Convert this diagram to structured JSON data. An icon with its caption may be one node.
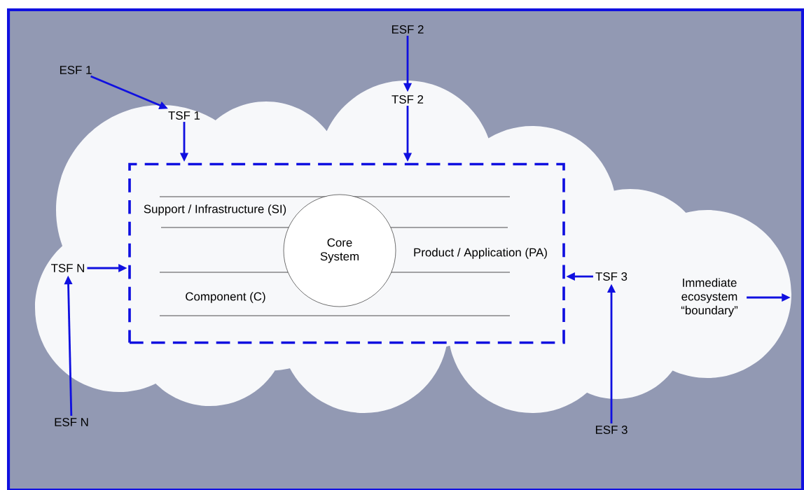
{
  "diagram": {
    "nodes": [
      {
        "text": [],
        "shape": "cloud"
      },
      {
        "text": [],
        "shape": "box",
        "in": 0
      },
      {
        "text": [
          "Core System"
        ],
        "in": 1
      },
      {
        "text": [
          "ESF 2"
        ]
      },
      {
        "text": [
          "ESF 1"
        ]
      },
      {
        "text": [
          "TSF 2"
        ],
        "in": 0
      },
      {
        "text": [
          "TSF 1"
        ],
        "in": 0
      },
      {
        "text": [
          "TSF N"
        ],
        "in": 0
      },
      {
        "text": [
          "TSF 3"
        ],
        "in": 0
      },
      {
        "text": [
          "Immediate ecosystem “boundary”"
        ],
        "in": 0
      },
      {
        "text": [
          "ESF N"
        ]
      },
      {
        "text": [
          "ESF 3"
        ]
      }
    ],
    "edges": [
      {
        "from": 4,
        "to": 6,
        "arrow": "to"
      },
      {
        "from": 3,
        "to": 5,
        "arrow": "to"
      },
      {
        "from": 6,
        "to": 1,
        "arrow": "to"
      },
      {
        "from": 5,
        "to": 1,
        "arrow": "to"
      },
      {
        "from": 7,
        "to": 1,
        "arrow": "to"
      },
      {
        "from": 8,
        "to": 1,
        "arrow": "to"
      },
      {
        "from": 10,
        "to": 7,
        "arrow": "to"
      },
      {
        "from": 11,
        "to": 8,
        "arrow": "to"
      },
      {
        "from": 9,
        "to": 0,
        "arrow": "to"
      }
    ],
    "labels": [
      "Support / Infrastructure (SI)",
      "Product / Application (PA)",
      "Component (C)"
    ]
  }
}
